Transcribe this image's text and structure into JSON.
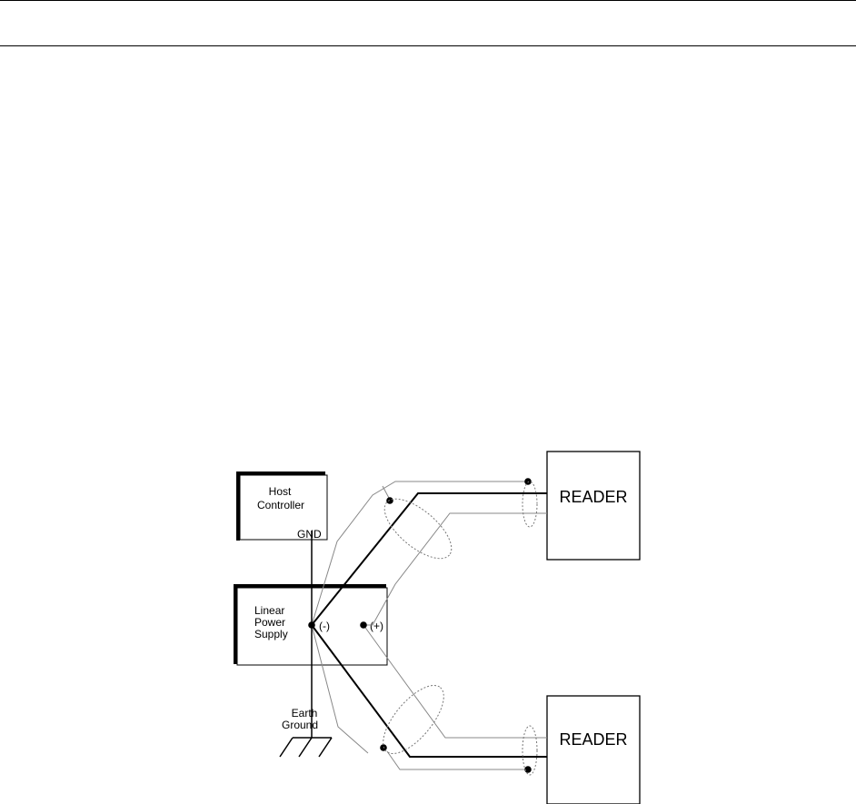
{
  "diagram": {
    "host_controller": {
      "label_line1": "Host",
      "label_line2": "Controller",
      "terminal": "GND"
    },
    "power_supply": {
      "label_line1": "Linear",
      "label_line2": "Power",
      "label_line3": "Supply",
      "neg_terminal": "(-)",
      "pos_terminal": "(+)"
    },
    "earth_ground": {
      "label_line1": "Earth",
      "label_line2": "Ground"
    },
    "reader_top": {
      "label": "READER"
    },
    "reader_bottom": {
      "label": "READER"
    }
  }
}
